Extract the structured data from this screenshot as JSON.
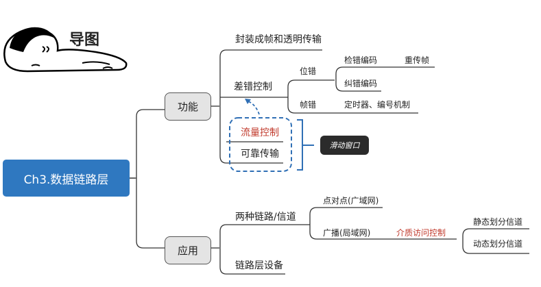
{
  "title": "导图",
  "root": "Ch3.数据链路层",
  "functions": {
    "label": "功能",
    "items": {
      "framing": "封装成帧和透明传输",
      "error_control": "差错控制",
      "bit_error": "位错",
      "detect_code": "检错编码",
      "retransmit": "重传帧",
      "correct_code": "纠错编码",
      "frame_error": "帧错",
      "timer": "定时器、编号机制",
      "flow_control": "流量控制",
      "reliable": "可靠传输"
    }
  },
  "sliding_window": "滑动窗口",
  "applications": {
    "label": "应用",
    "items": {
      "two_links": "两种链路/信道",
      "p2p": "点对点(广域网)",
      "broadcast": "广播(局域网)",
      "mac": "介质访问控制",
      "static": "静态划分信道",
      "dynamic": "动态划分信道",
      "devices": "链路层设备"
    }
  },
  "colors": {
    "root_fill": "#2f78c0",
    "node_fill": "#e4e4e4",
    "highlight_text": "#c0392b",
    "dashed_border": "#2f6fb5",
    "tag_fill": "#2b2b2b"
  }
}
